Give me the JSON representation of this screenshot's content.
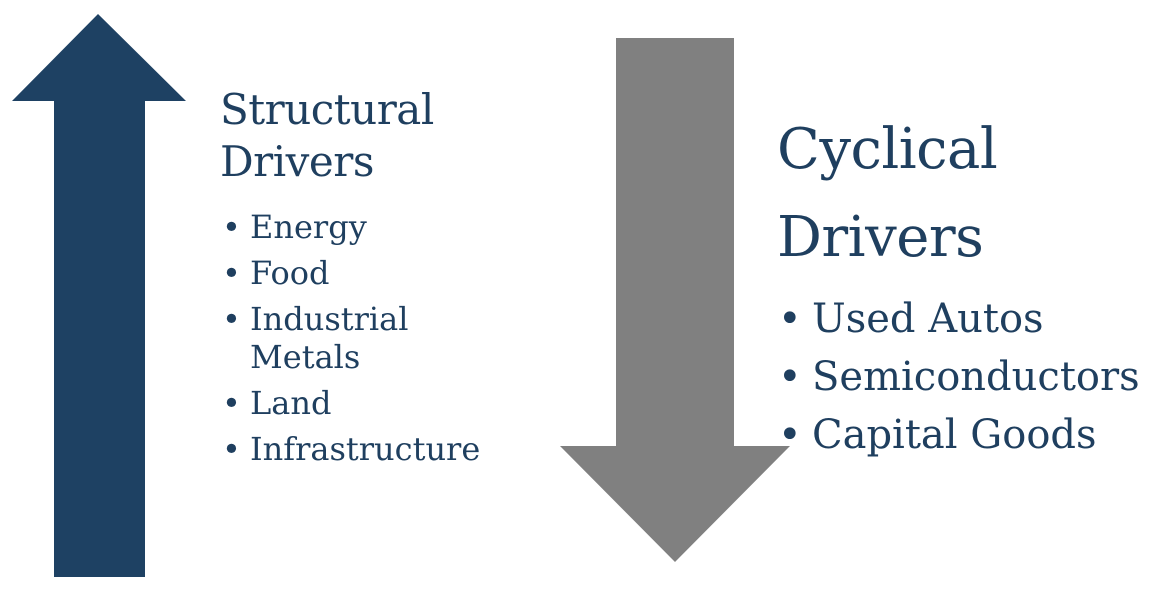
{
  "colors": {
    "structural_arrow": "#1e4163",
    "cyclical_arrow": "#808080",
    "text": "#1f3f5f",
    "background": "#ffffff"
  },
  "structural": {
    "arrow_direction": "up",
    "title_line1": "Structural",
    "title_line2": "Drivers",
    "items": [
      "Energy",
      "Food",
      "Industrial Metals",
      "Land",
      "Infrastructure"
    ]
  },
  "cyclical": {
    "arrow_direction": "down",
    "title_line1": "Cyclical",
    "title_line2": "Drivers",
    "items": [
      "Used Autos",
      "Semiconductors",
      "Capital Goods"
    ]
  }
}
